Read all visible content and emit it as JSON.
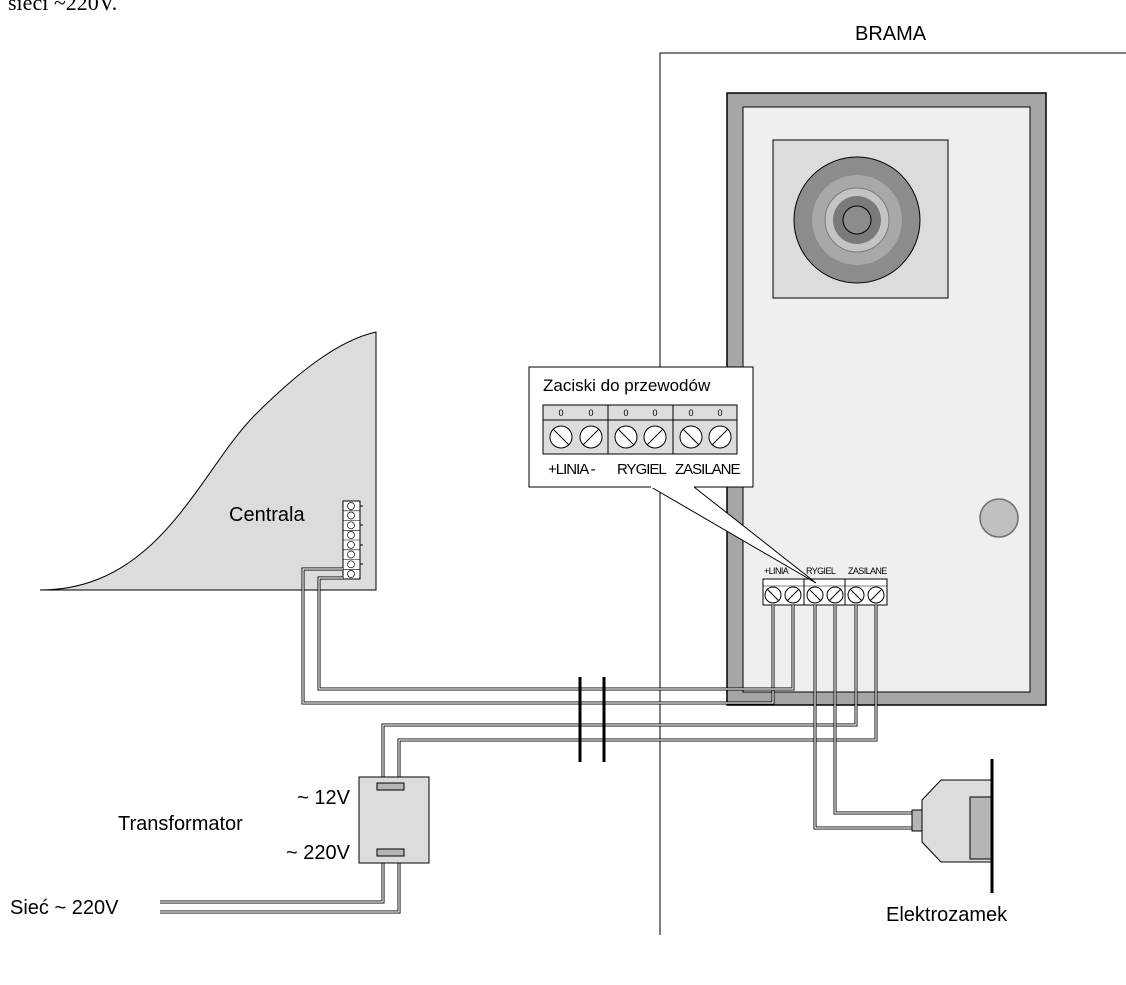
{
  "top_text": "sieci ~220V.",
  "gate_label": "BRAMA",
  "controller_label": "Centrala",
  "callout": {
    "title": "Zaciski do przewodów",
    "terminal_labels": [
      "+LINIA -",
      "RYGIEL",
      "ZASILANE"
    ],
    "pin_marks": [
      "0",
      "0",
      "0",
      "0",
      "0",
      "0"
    ]
  },
  "panel_terminal_labels": [
    "+LINIA",
    "RYGIEL",
    "ZASILANE"
  ],
  "transformer": {
    "label": "Transformator",
    "output_label": "~ 12V",
    "input_label": "~ 220V"
  },
  "mains_label": "Sieć ~ 220V",
  "lock_label": "Elektrozamek",
  "colors": {
    "line": "#000000",
    "panel_outer": "#a6a6a6",
    "panel_inner": "#efefef",
    "device_fill": "#dcdcdc",
    "speaker_rings": [
      "#8c8c8c",
      "#a8a8a8",
      "#c4c4c4",
      "#7a7a7a"
    ]
  }
}
